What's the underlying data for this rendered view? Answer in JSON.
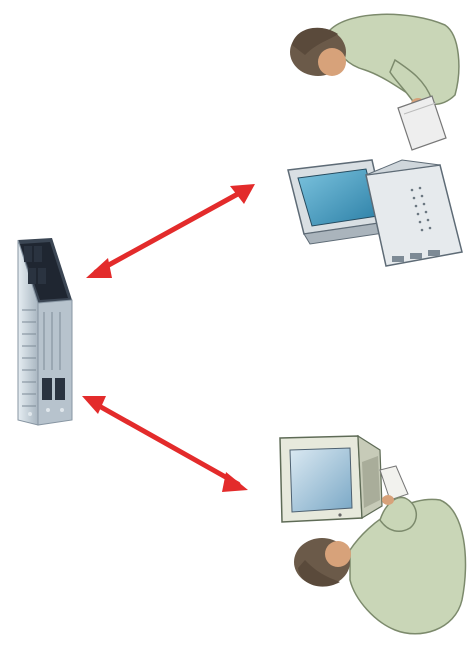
{
  "diagram": {
    "nodes": [
      {
        "id": "server",
        "icon": "server-rack-icon"
      },
      {
        "id": "client-top",
        "icon": "desktop-computer-icon",
        "person": "person-with-tablet-icon"
      },
      {
        "id": "client-bottom",
        "icon": "crt-monitor-icon",
        "person": "person-at-computer-icon"
      }
    ],
    "connections": [
      {
        "from": "server",
        "to": "client-top",
        "style": "double-arrow",
        "color": "#e32b2b"
      },
      {
        "from": "server",
        "to": "client-bottom",
        "style": "double-arrow",
        "color": "#e32b2b"
      }
    ]
  },
  "colors": {
    "arrow": "#e32b2b",
    "server_body": "#c9d4dc",
    "server_dark": "#2a3340",
    "screen": "#4aa3c8",
    "shirt": "#c9d6b7",
    "hair": "#6b5a49",
    "skin": "#d7a27a"
  }
}
